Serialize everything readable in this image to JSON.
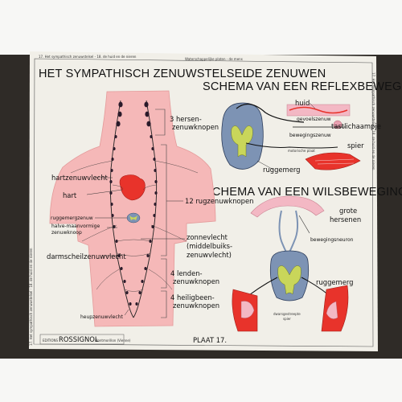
{
  "poster": {
    "header_small_left": "17. Het sympathisch zenuwstelsel  -  18. de huid en de nieren",
    "header_small_center": "Waterschappelijke platen  -  de mens",
    "title_left": "HET SYMPATHISCH ZENUWSTELSEL",
    "title_right_1": "DE ZENUWEN",
    "title_right_2": "SCHEMA VAN EEN REFLEXBEWEGING",
    "title_right_3": "SCHEMA VAN EEN WILSBEWEGING",
    "side_text": "17. Het sympathisch zenuwstelsel  -  18. de huid en de nieren",
    "publisher_prefix": "EDITIONS",
    "publisher": "ROSSIGNOL",
    "publisher_city": "Montmorillon (Vienne)",
    "plate": "PLAAT 17."
  },
  "labels": {
    "hersen": [
      "3 hersen-",
      "zenuwknopen"
    ],
    "hartzenuwvlecht": "hartzenuwvlecht",
    "hart": "hart",
    "rugzenuwknopen": "12 rugzenuwknopen",
    "ruggemergzenuw": "ruggemergzenuw",
    "halvemaan": [
      "halve-maanvormige",
      "zenuwknoop"
    ],
    "zonnevlecht": [
      "zonnevlecht",
      "(middelbuiks-",
      "zenuwvlecht)"
    ],
    "darmscheil": "darmscheilzenuwvlecht",
    "lenden": [
      "4 lenden-",
      "zenuwknopen"
    ],
    "heiligbeen": [
      "4 heiligbeen-",
      "zenuwknopen"
    ],
    "heupzenuw": "heupzenuwvlecht"
  },
  "reflex_labels": {
    "huid": "huid",
    "gevoelszenuw": "gevoelszenuw",
    "tastlichaampje": "tastlichaampje",
    "bewegingszenuw": "bewegingszenuw",
    "motorplaat": "motorische plaat",
    "spier": "spier",
    "ruggemerg": "ruggemerg"
  },
  "wils_labels": {
    "hersenen": [
      "grote",
      "hersenen"
    ],
    "bewegingsneuron": "bewegingsneuron",
    "ruggemerg": "ruggemerg",
    "dwarsgestreepte": [
      "dwarsgestreepte",
      "spier"
    ]
  },
  "colors": {
    "paper": "#f1efe8",
    "body_pink": "#f5b8b8",
    "muscle_red": "#e8332b",
    "cord_blue": "#7d93b4",
    "grey_matter": "#c9d65a"
  }
}
